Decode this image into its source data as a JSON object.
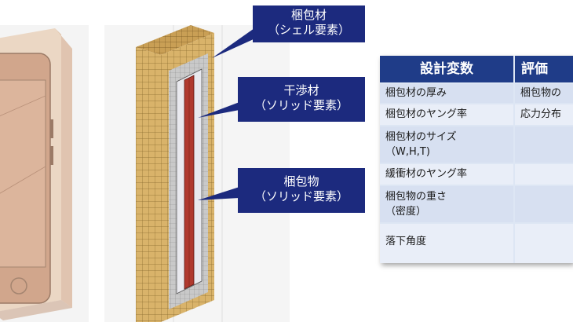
{
  "callouts": [
    {
      "line1": "梱包材",
      "line2": "（シェル要素）"
    },
    {
      "line1": "干渉材",
      "line2": "（ソリッド要素）"
    },
    {
      "line1": "梱包物",
      "line2": "（ソリッド要素）"
    }
  ],
  "table": {
    "headers": [
      "設計変数",
      "評価"
    ],
    "rows": [
      {
        "var": [
          "梱包材の厚み"
        ],
        "eval": "梱包物の"
      },
      {
        "var": [
          "梱包材のヤング率"
        ],
        "eval": "応力分布"
      },
      {
        "var": [
          "梱包材のサイズ",
          "（W,H,T)"
        ],
        "eval": ""
      },
      {
        "var": [
          "緩衝材のヤング率"
        ],
        "eval": ""
      },
      {
        "var": [
          "梱包物の重さ",
          "（密度）"
        ],
        "eval": ""
      },
      {
        "var": [
          "落下角度"
        ],
        "eval": ""
      }
    ]
  },
  "colors": {
    "callout_bg": "#1c2a7e",
    "table_header": "#1f3c88",
    "packing_material": "#d9b36a",
    "interference_material": "#b0392e"
  }
}
